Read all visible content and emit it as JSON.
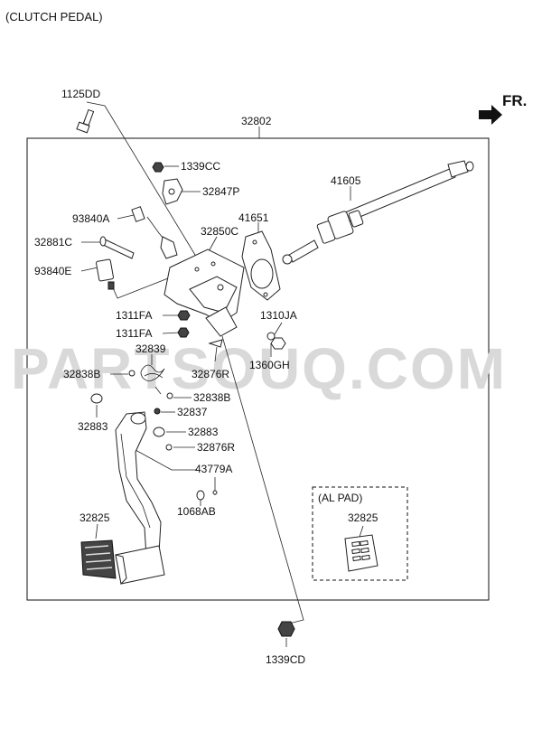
{
  "header": {
    "title": "(CLUTCH PEDAL)"
  },
  "direction": {
    "label": "FR."
  },
  "watermark": {
    "text": "PARTSOUQ.COM"
  },
  "inset": {
    "title": "(AL PAD)",
    "part": "32825"
  },
  "labels": {
    "p1125DD": "1125DD",
    "p32802": "32802",
    "p1339CC": "1339CC",
    "p32847P": "32847P",
    "p41605": "41605",
    "p93840A": "93840A",
    "p41651": "41651",
    "p32850C": "32850C",
    "p32881C": "32881C",
    "p93840E": "93840E",
    "p1311FA_a": "1311FA",
    "p1311FA_b": "1311FA",
    "p1310JA": "1310JA",
    "p32839": "32839",
    "p1360GH": "1360GH",
    "p32838B_a": "32838B",
    "p32876R_a": "32876R",
    "p32838B_b": "32838B",
    "p32837": "32837",
    "p32883_a": "32883",
    "p32883_b": "32883",
    "p32876R_b": "32876R",
    "p43779A": "43779A",
    "p1068AB": "1068AB",
    "p32825": "32825",
    "p1339CD": "1339CD"
  }
}
